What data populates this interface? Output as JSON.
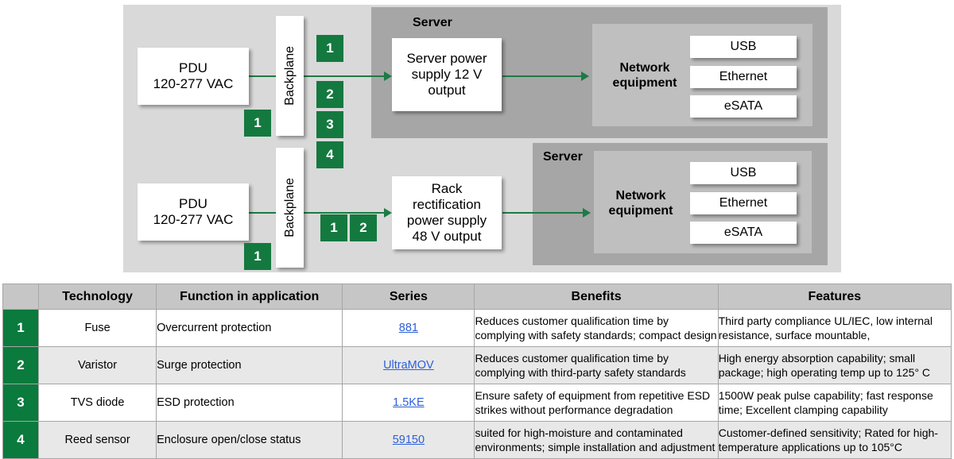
{
  "diagram": {
    "pdu_top": "PDU\n120-277 VAC",
    "pdu_top_line1": "PDU",
    "pdu_top_line2": "120-277 VAC",
    "pdu_bottom_line1": "PDU",
    "pdu_bottom_line2": "120-277 VAC",
    "backplane_top": "Backplane",
    "backplane_bottom": "Backplane",
    "badges_top_column": [
      "1",
      "2",
      "3",
      "4"
    ],
    "badge_under_backplane_top": "1",
    "badge_under_backplane_bottom": "1",
    "badges_bottom_row": [
      "1",
      "2"
    ],
    "psu_top_line1": "Server power",
    "psu_top_line2": "supply 12 V",
    "psu_top_line3": "output",
    "psu_bottom_line1": "Rack",
    "psu_bottom_line2": "rectification",
    "psu_bottom_line3": "power supply",
    "psu_bottom_line4": "48 V output",
    "server_label_top": "Server",
    "server_label_bottom": "Server",
    "network_equipment_line1": "Network",
    "network_equipment_line2": "equipment",
    "ports_top": [
      "USB",
      "Ethernet",
      "eSATA"
    ],
    "ports_bottom": [
      "USB",
      "Ethernet",
      "eSATA"
    ],
    "colors": {
      "panel_light": "#d9d9d9",
      "server_box": "#a6a6a6",
      "network_box": "#bfbfbf",
      "badge_green": "#14793f",
      "arrow_green": "#1d7a45"
    }
  },
  "table": {
    "headers": [
      "",
      "Technology",
      "Function in application",
      "Series",
      "Benefits",
      "Features"
    ],
    "rows": [
      {
        "num": "1",
        "technology": "Fuse",
        "function": "Overcurrent protection",
        "series": "881",
        "benefits": "Reduces customer qualification time by complying with safety standards; compact design",
        "features": "Third party compliance UL/IEC, low internal resistance, surface mountable,"
      },
      {
        "num": "2",
        "technology": "Varistor",
        "function": "Surge protection",
        "series": "UltraMOV",
        "benefits": "Reduces customer qualification time by complying with third-party safety standards",
        "features": "High energy absorption capability; small package; high operating temp up to 125° C"
      },
      {
        "num": "3",
        "technology": "TVS diode",
        "function": "ESD protection",
        "series": "1.5KE",
        "benefits": "Ensure safety of equipment from repetitive ESD strikes  without performance degradation",
        "features": "1500W peak pulse capability; fast response time; Excellent clamping capability"
      },
      {
        "num": "4",
        "technology": "Reed sensor",
        "function": "Enclosure open/close status",
        "series": "59150",
        "benefits": "suited for high-moisture and contaminated environments; simple installation and adjustment",
        "features": "Customer-defined sensitivity; Rated for high-temperature applications up to 105°C"
      }
    ],
    "colors": {
      "header_bg": "#c6c6c6",
      "num_bg": "#0a7a3d",
      "link": "#2b5fd9",
      "row_alt_bg": "#e8e8e8"
    }
  }
}
